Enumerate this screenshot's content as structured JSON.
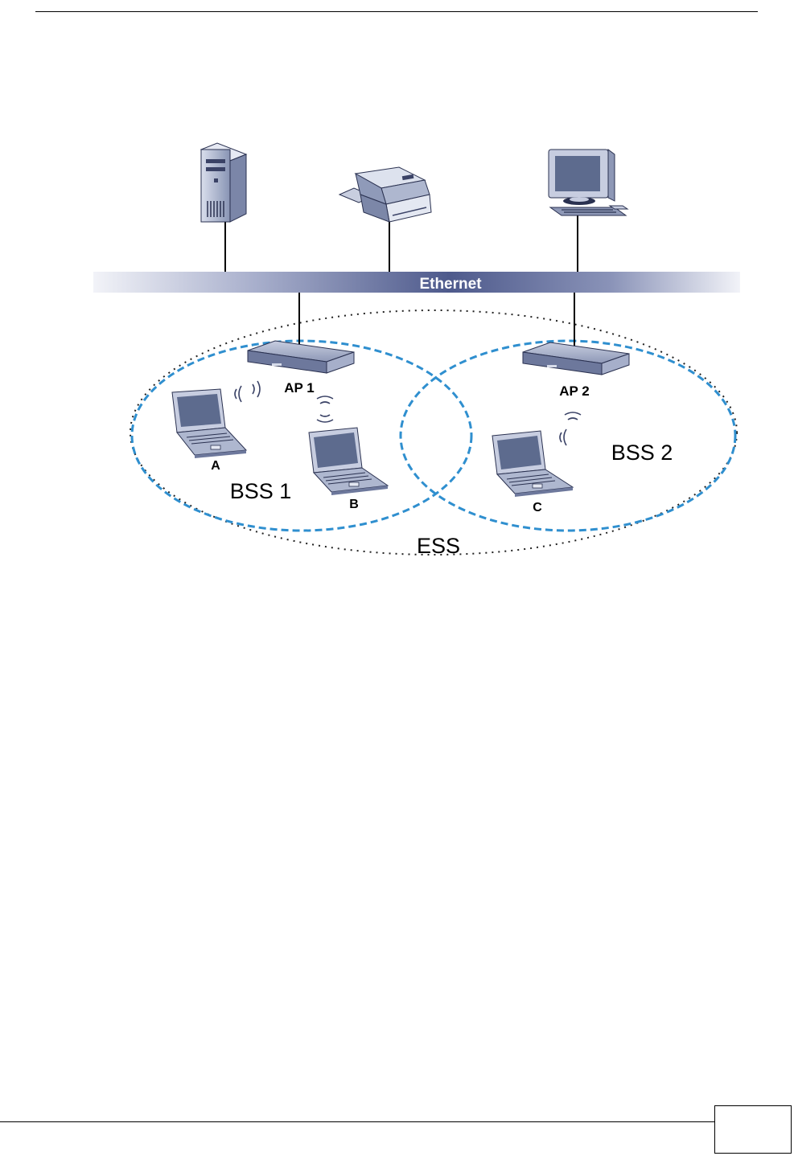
{
  "figure": {
    "backbone_label": "Ethernet",
    "ap1_label": "AP 1",
    "ap2_label": "AP 2",
    "bss1_label": "BSS 1",
    "bss2_label": "BSS 2",
    "ess_label": "ESS",
    "station_a_label": "A",
    "station_b_label": "B",
    "station_c_label": "C"
  },
  "colors": {
    "backbone_dark": "#4e5a8c",
    "backbone_light": "#eef0f6",
    "bss_outline": "#2f8fcf",
    "ess_outline": "#222222",
    "device_body": "#9aa6c4",
    "device_screen": "#5d6b8e"
  },
  "icons": {
    "top_devices": [
      "server-tower-icon",
      "printer-icon",
      "desktop-computer-icon"
    ],
    "access_points": [
      "access-point-icon",
      "access-point-icon"
    ],
    "stations": [
      "laptop-icon",
      "laptop-icon",
      "laptop-icon"
    ],
    "wireless": [
      "wireless-signal-icon"
    ]
  }
}
